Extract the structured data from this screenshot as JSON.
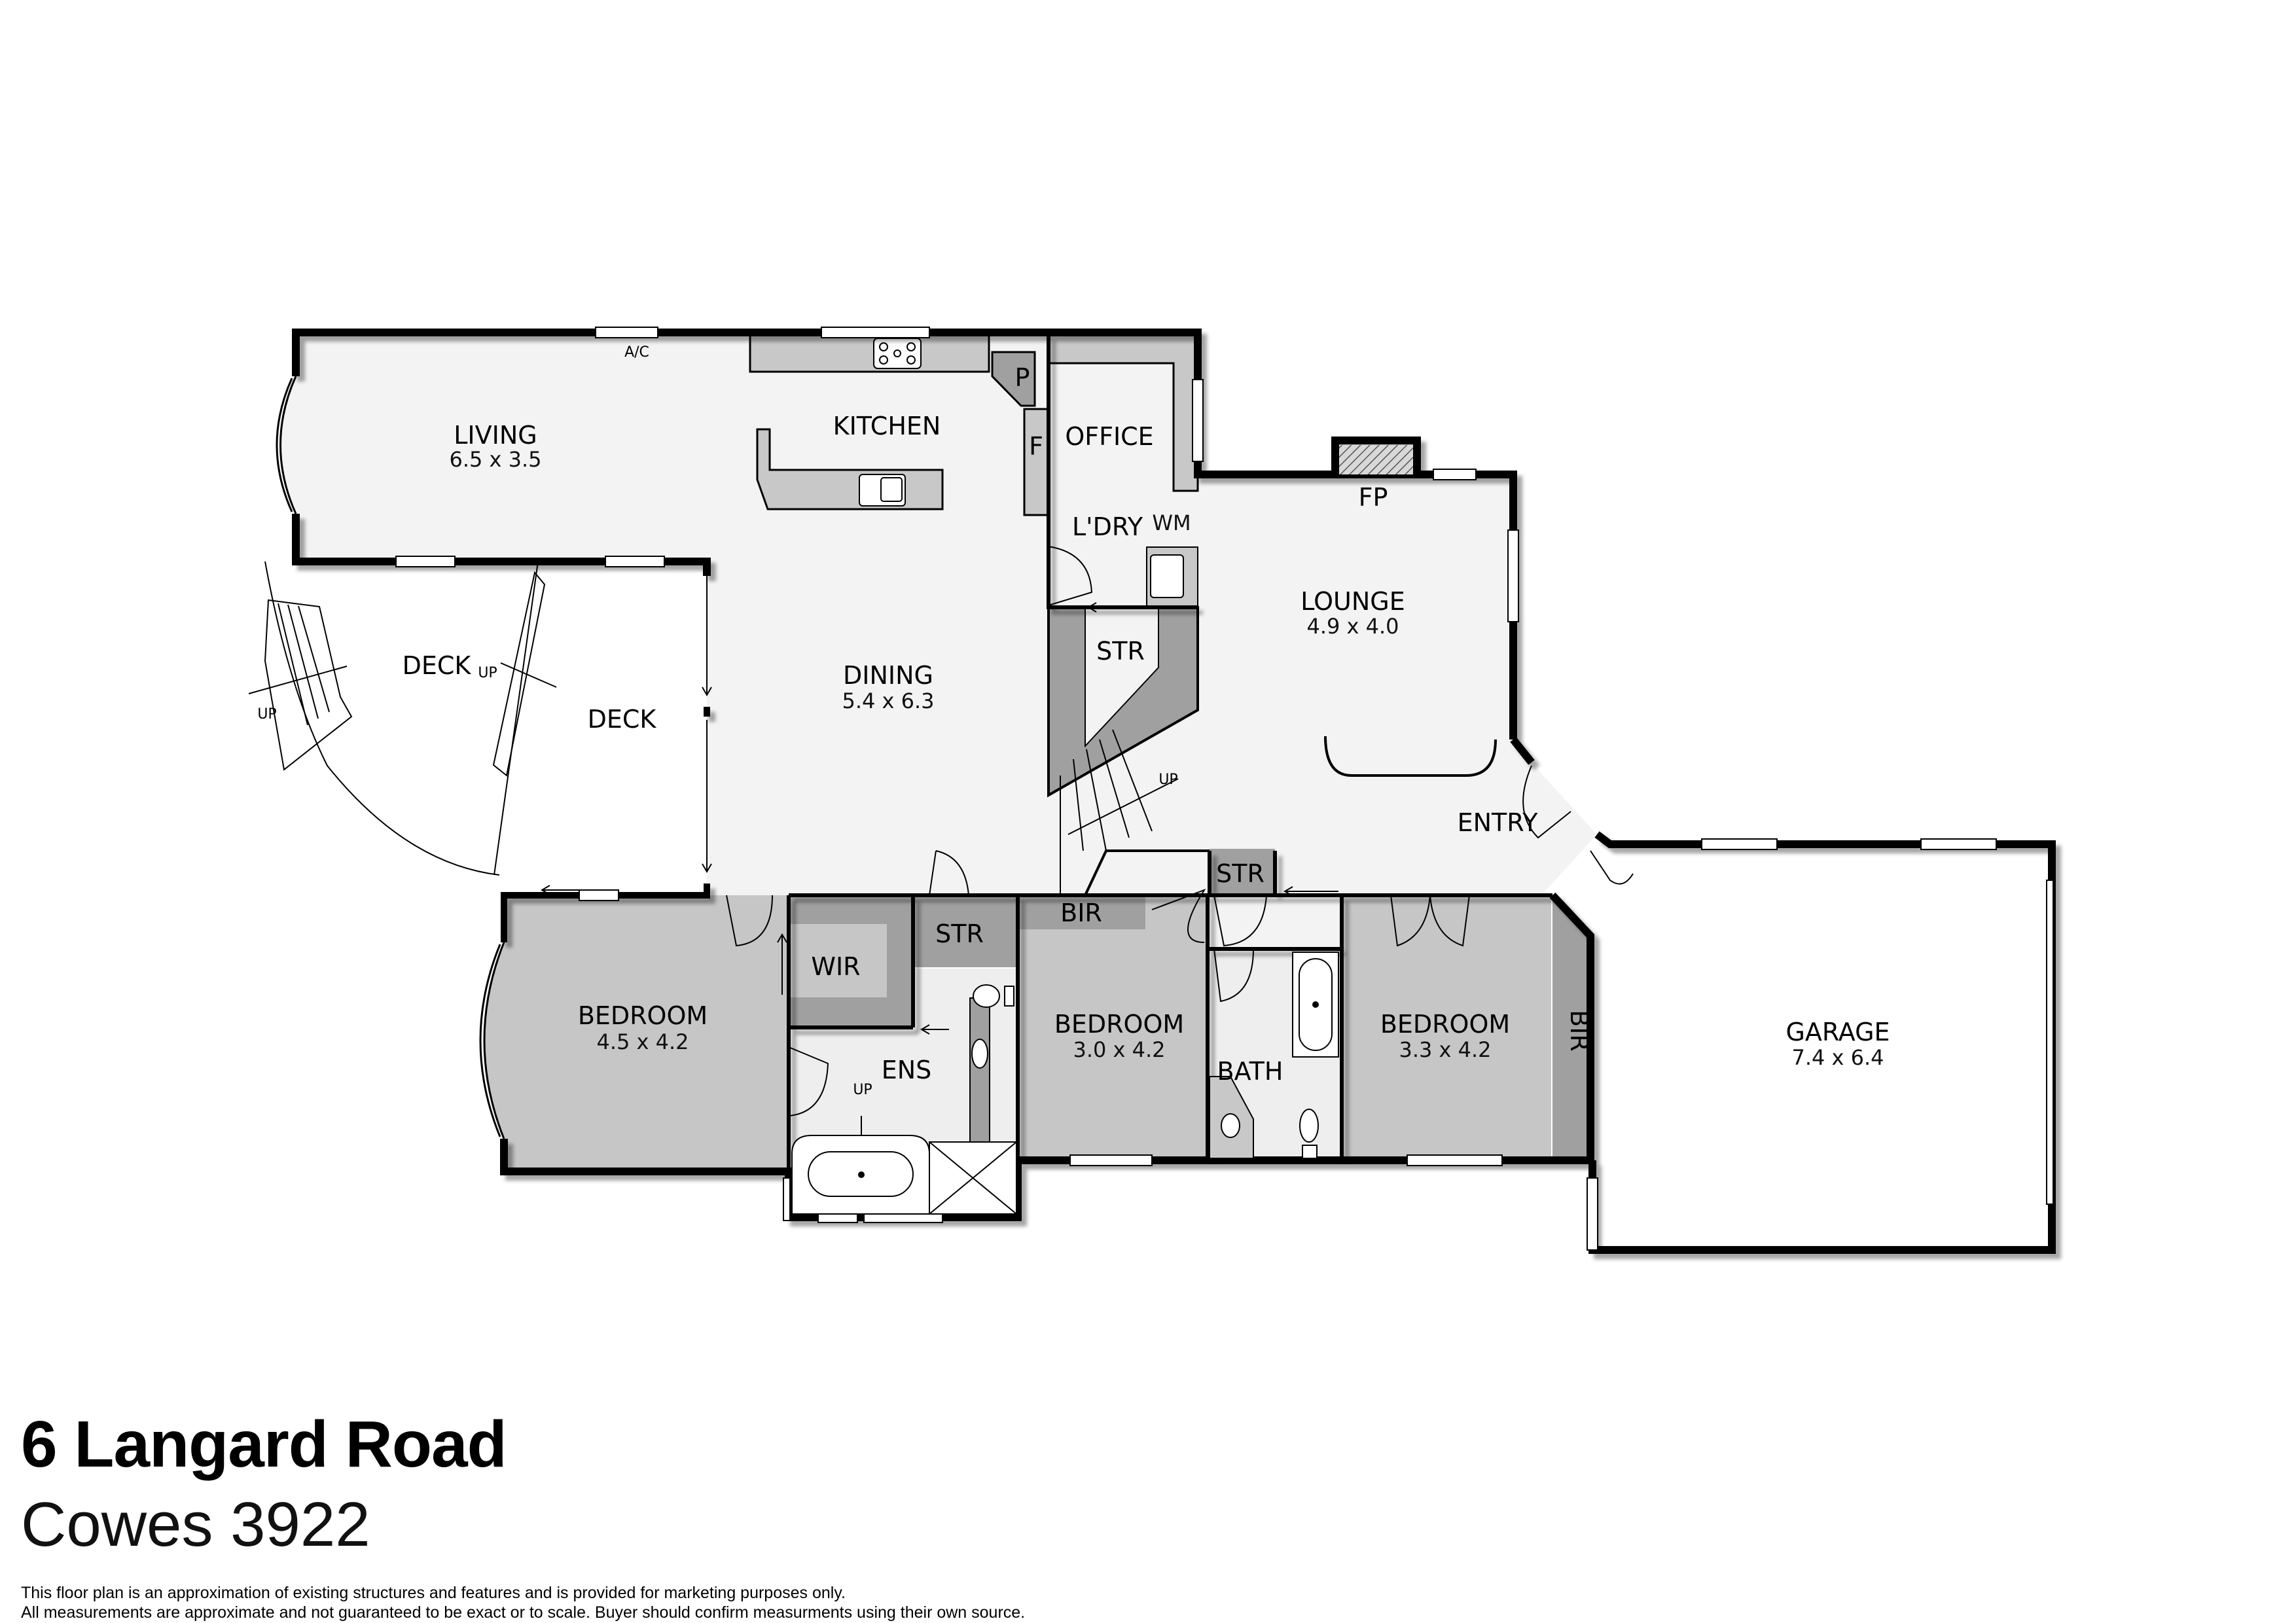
{
  "property": {
    "address": "6 Langard Road",
    "suburb": "Cowes 3922"
  },
  "disclaimer": {
    "line1": "This floor plan is an approximation of existing structures and features and is provided for marketing purposes only.",
    "line2": "All measurements are approximate and not guaranteed to be exact or to scale. Buyer should confirm measurments using their own source."
  },
  "rooms": {
    "living": {
      "name": "LIVING",
      "size": "6.5 x 3.5"
    },
    "kitchen": {
      "name": "KITCHEN"
    },
    "pantry": {
      "name": "P"
    },
    "fridge": {
      "name": "F"
    },
    "office": {
      "name": "OFFICE"
    },
    "laundry": {
      "name": "L'DRY"
    },
    "washing_machine": {
      "name": "WM"
    },
    "lounge": {
      "name": "LOUNGE",
      "size": "4.9 x 4.0"
    },
    "fireplace": {
      "name": "FP"
    },
    "store_stairs": {
      "name": "STR"
    },
    "dining": {
      "name": "DINING",
      "size": "5.4 x 6.3"
    },
    "deck_upper": {
      "name": "DECK"
    },
    "deck_lower": {
      "name": "DECK"
    },
    "entry": {
      "name": "ENTRY"
    },
    "master_bedroom": {
      "name": "BEDROOM",
      "size": "4.5 x 4.2"
    },
    "wir": {
      "name": "WIR"
    },
    "store_hall": {
      "name": "STR"
    },
    "ensuite": {
      "name": "ENS"
    },
    "bir_hall": {
      "name": "BIR"
    },
    "store_entry": {
      "name": "STR"
    },
    "bedroom2": {
      "name": "BEDROOM",
      "size": "3.0 x 4.2"
    },
    "bath": {
      "name": "BATH"
    },
    "bedroom3": {
      "name": "BEDROOM",
      "size": "3.3 x 4.2"
    },
    "bir_bed3": {
      "name": "BIR"
    },
    "garage": {
      "name": "GARAGE",
      "size": "7.4 x 6.4"
    }
  },
  "annotations": {
    "ac": "A/C",
    "up_deck_left": "UP",
    "up_deck_right": "UP",
    "up_stairs": "UP",
    "up_ensuite": "UP"
  },
  "colors": {
    "wall": "#000000",
    "floor_light": "#f3f3f3",
    "floor_bedroom": "#c6c6c6",
    "joinery_mid": "#c8c8c8",
    "joinery_dark": "#a0a0a0",
    "exterior": "#ffffff"
  }
}
